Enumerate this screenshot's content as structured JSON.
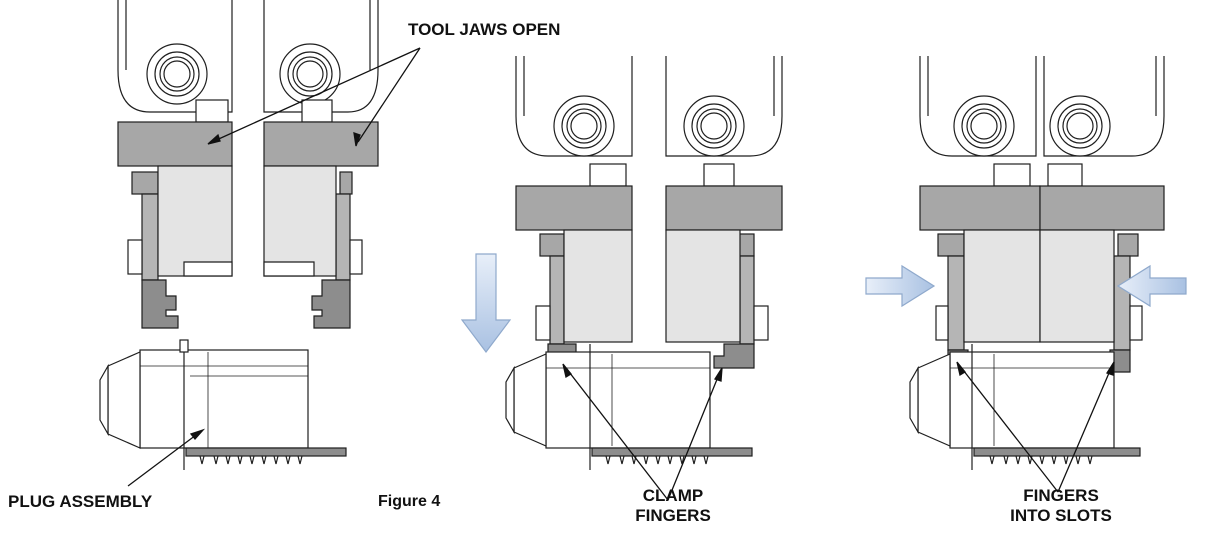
{
  "labels": {
    "tool_jaws_open": "TOOL JAWS OPEN",
    "plug_assembly": "PLUG ASSEMBLY",
    "figure": "Figure 4",
    "clamp_fingers_line1": "CLAMP",
    "clamp_fingers_line2": "FINGERS",
    "fingers_into_slots_line1": "FINGERS",
    "fingers_into_slots_line2": "INTO SLOTS"
  },
  "colors": {
    "jaw_band": "#a7a7a7",
    "jaw_face": "#e4e4e4",
    "finger_dark": "#8d8d8d",
    "outline": "#1f1f1f",
    "arrow_fill": "#c9d9ee",
    "arrow_edge": "#8fa9cc"
  },
  "icons": [
    "down-arrow-icon",
    "right-arrow-icon",
    "left-arrow-icon",
    "nut-icon"
  ]
}
